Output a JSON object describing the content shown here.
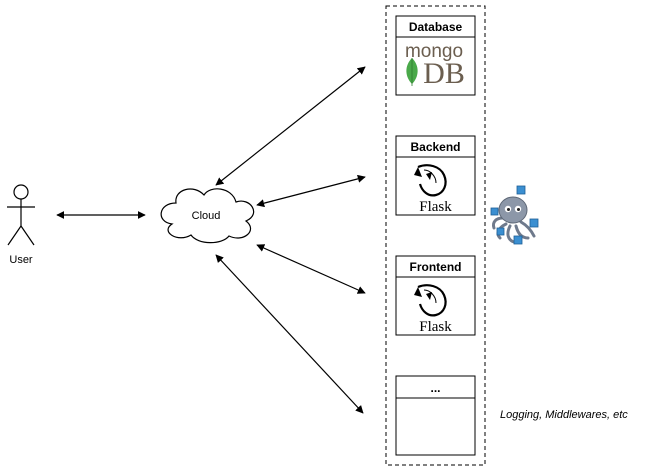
{
  "colors": {
    "stroke": "#000000",
    "background": "#ffffff",
    "mongo_text": "#6b5e4f",
    "mongo_leaf": "#4aa94a",
    "octopus_body": "#8c97a8",
    "octopus_cube": "#3b8fd1"
  },
  "actors": {
    "user": {
      "label": "User",
      "icon": "stick-figure-icon"
    }
  },
  "cloud": {
    "label": "Cloud",
    "icon": "cloud-icon"
  },
  "components": {
    "database": {
      "title": "Database",
      "logo_icon": "mongodb-logo-icon",
      "logo_word": "mongo",
      "logo_suffix": "DB"
    },
    "backend": {
      "title": "Backend",
      "logo_icon": "flask-logo-icon",
      "logo_word": "Flask"
    },
    "frontend": {
      "title": "Frontend",
      "logo_icon": "flask-logo-icon",
      "logo_word": "Flask"
    },
    "other": {
      "title": "..."
    }
  },
  "mascot": {
    "icon": "octopus-mascot-icon"
  },
  "note": {
    "text": "Logging, Middlewares, etc"
  }
}
